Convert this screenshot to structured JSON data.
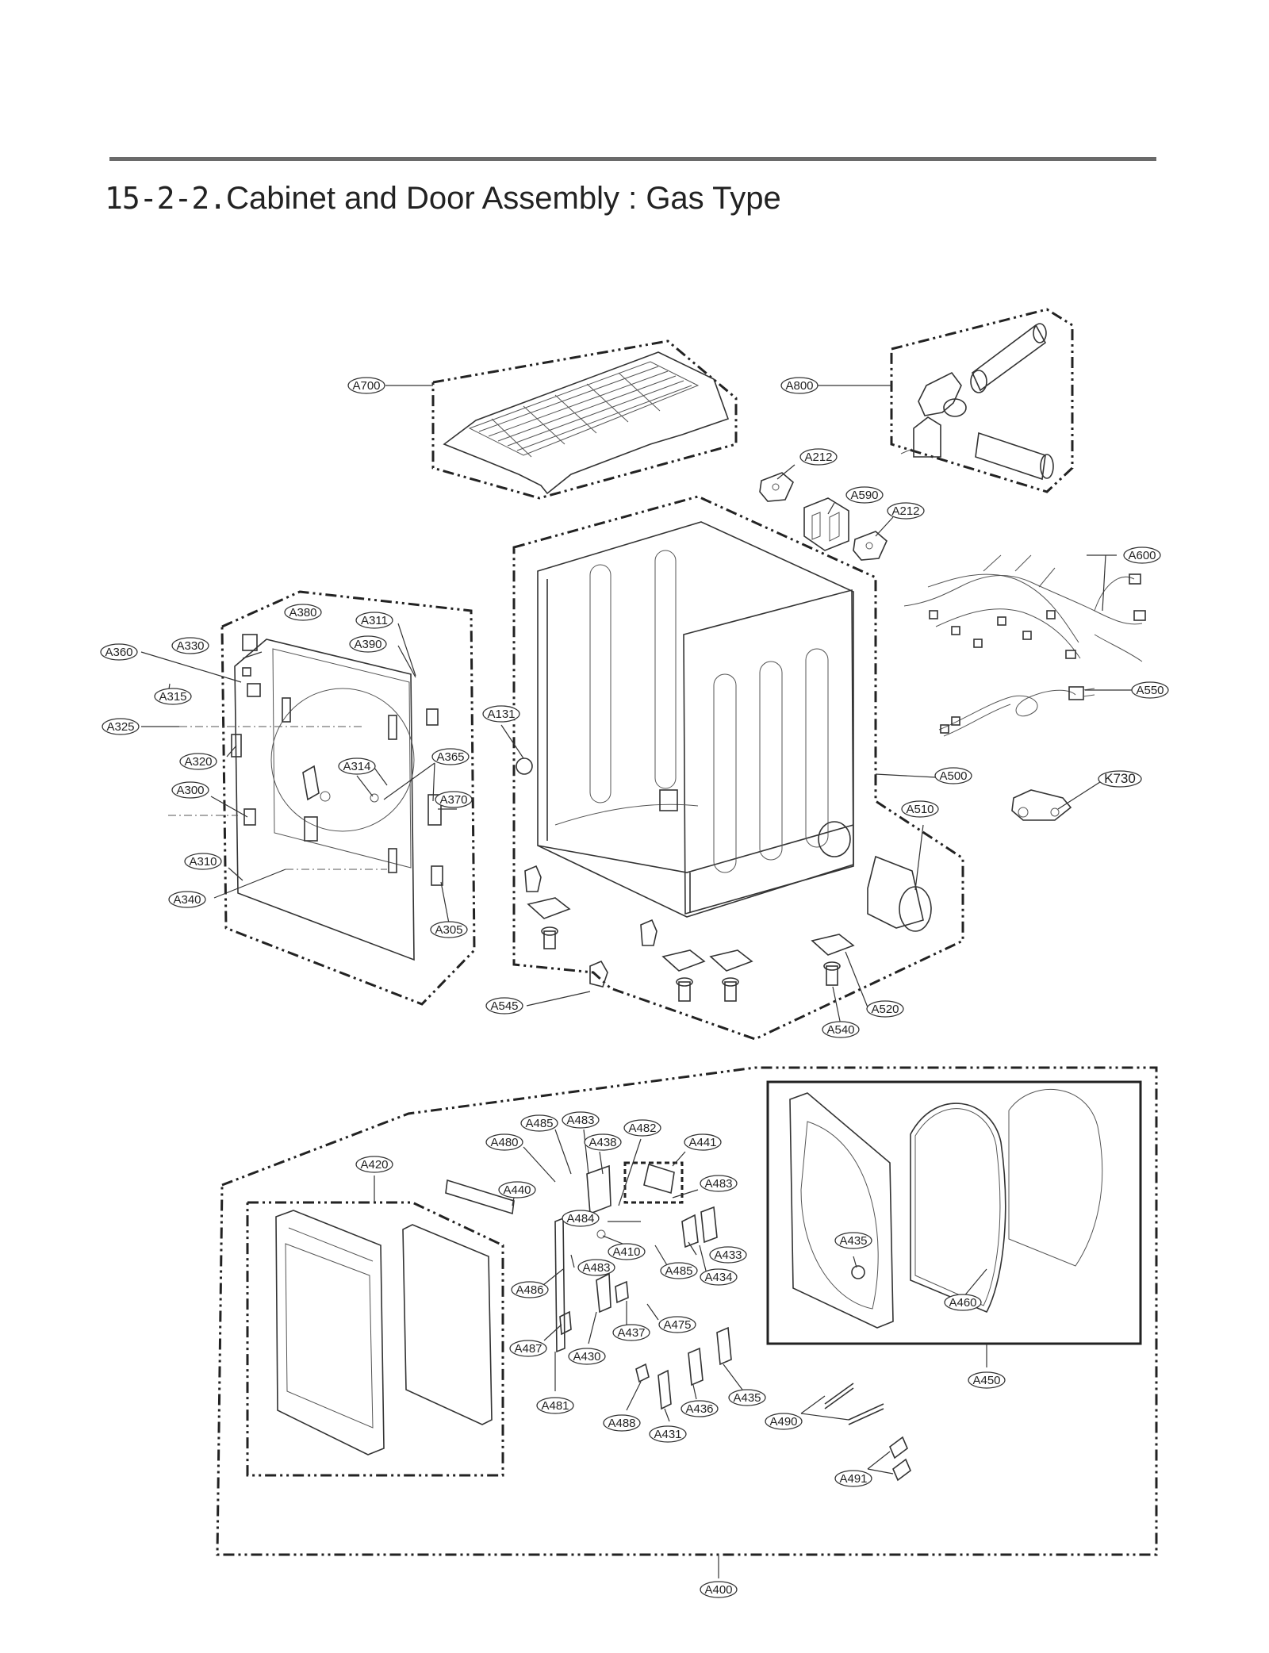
{
  "header": {
    "number": "15-2-2.",
    "title": "Cabinet and Door Assembly : Gas Type"
  },
  "labels": [
    {
      "id": "A700",
      "text": "A700"
    },
    {
      "id": "A800",
      "text": "A800"
    },
    {
      "id": "A212a",
      "text": "A212"
    },
    {
      "id": "A590",
      "text": "A590"
    },
    {
      "id": "A212b",
      "text": "A212"
    },
    {
      "id": "A600",
      "text": "A600"
    },
    {
      "id": "A380",
      "text": "A380"
    },
    {
      "id": "A311",
      "text": "A311"
    },
    {
      "id": "A390",
      "text": "A390"
    },
    {
      "id": "A330",
      "text": "A330"
    },
    {
      "id": "A360",
      "text": "A360"
    },
    {
      "id": "A315",
      "text": "A315"
    },
    {
      "id": "A325",
      "text": "A325"
    },
    {
      "id": "A131",
      "text": "A131"
    },
    {
      "id": "A550",
      "text": "A550"
    },
    {
      "id": "A320",
      "text": "A320"
    },
    {
      "id": "A314",
      "text": "A314"
    },
    {
      "id": "A365",
      "text": "A365"
    },
    {
      "id": "A300",
      "text": "A300"
    },
    {
      "id": "A370",
      "text": "A370"
    },
    {
      "id": "A500",
      "text": "A500"
    },
    {
      "id": "K730",
      "text": "K730"
    },
    {
      "id": "A510",
      "text": "A510"
    },
    {
      "id": "A310",
      "text": "A310"
    },
    {
      "id": "A340",
      "text": "A340"
    },
    {
      "id": "A305",
      "text": "A305"
    },
    {
      "id": "A545",
      "text": "A545"
    },
    {
      "id": "A520",
      "text": "A520"
    },
    {
      "id": "A540",
      "text": "A540"
    },
    {
      "id": "A485a",
      "text": "A485"
    },
    {
      "id": "A483a",
      "text": "A483"
    },
    {
      "id": "A482",
      "text": "A482"
    },
    {
      "id": "A480",
      "text": "A480"
    },
    {
      "id": "A438",
      "text": "A438"
    },
    {
      "id": "A441",
      "text": "A441"
    },
    {
      "id": "A420",
      "text": "A420"
    },
    {
      "id": "A440",
      "text": "A440"
    },
    {
      "id": "A483b",
      "text": "A483"
    },
    {
      "id": "A484",
      "text": "A484"
    },
    {
      "id": "A410",
      "text": "A410"
    },
    {
      "id": "A433",
      "text": "A433"
    },
    {
      "id": "A483c",
      "text": "A483"
    },
    {
      "id": "A485b",
      "text": "A485"
    },
    {
      "id": "A434",
      "text": "A434"
    },
    {
      "id": "A435a",
      "text": "A435"
    },
    {
      "id": "A486",
      "text": "A486"
    },
    {
      "id": "A475",
      "text": "A475"
    },
    {
      "id": "A437",
      "text": "A437"
    },
    {
      "id": "A460",
      "text": "A460"
    },
    {
      "id": "A487",
      "text": "A487"
    },
    {
      "id": "A430",
      "text": "A430"
    },
    {
      "id": "A450",
      "text": "A450"
    },
    {
      "id": "A435b",
      "text": "A435"
    },
    {
      "id": "A481",
      "text": "A481"
    },
    {
      "id": "A436",
      "text": "A436"
    },
    {
      "id": "A488",
      "text": "A488"
    },
    {
      "id": "A431",
      "text": "A431"
    },
    {
      "id": "A490",
      "text": "A490"
    },
    {
      "id": "A491",
      "text": "A491"
    },
    {
      "id": "A400",
      "text": "A400"
    }
  ]
}
